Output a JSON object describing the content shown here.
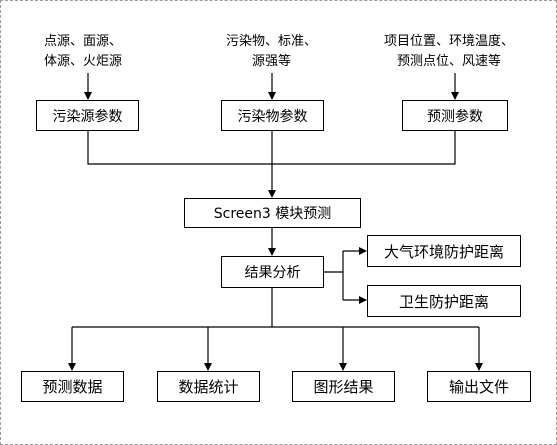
{
  "sources": {
    "pollution_source_types": [
      "点源、面源、",
      "体源、火炬源"
    ],
    "pollutant_info": [
      "污染物、标准、",
      "源强等"
    ],
    "site_info": [
      "项目位置、环境温度、",
      "预测点位、风速等"
    ]
  },
  "params": {
    "pollution_source": "污染源参数",
    "pollutant": "污染物参数",
    "prediction": "预测参数"
  },
  "model": "Screen3 模块预测",
  "analysis": "结果分析",
  "distances": {
    "atmospheric": "大气环境防护距离",
    "sanitary": "卫生防护距离"
  },
  "outputs": [
    "预测数据",
    "数据统计",
    "图形结果",
    "输出文件"
  ]
}
